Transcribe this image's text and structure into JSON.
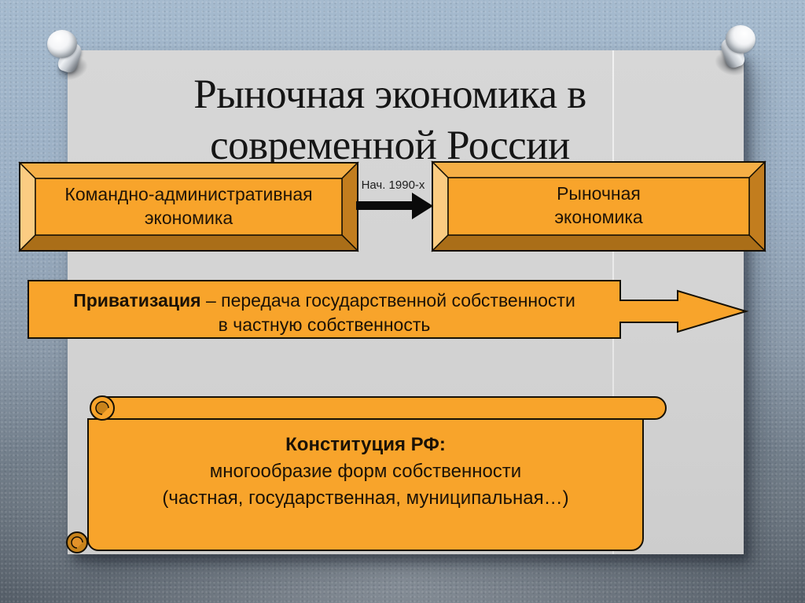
{
  "slide": {
    "title": {
      "line1": "Рыночная экономика в",
      "line2": "современной России"
    }
  },
  "flow": {
    "left_box": {
      "line1": "Командно-административная",
      "line2": "экономика"
    },
    "arrow_label": "Нач. 1990-х",
    "right_box": {
      "line1": "Рыночная",
      "line2": "экономика"
    }
  },
  "banner": {
    "term": "Приватизация",
    "definition_rest": " – передача государственной собственности",
    "line2": "в частную собственность"
  },
  "scroll": {
    "line1": "Конституция РФ:",
    "line2": "многообразие форм собственности",
    "line3": "(частная, государственная, муниципальная…)"
  },
  "colors": {
    "shape_fill": "#F8A42B",
    "bevel_top": "#F5AF46",
    "bevel_left": "#FBCC82",
    "bevel_right": "#C27D1E",
    "bevel_bottom": "#AA6E18",
    "curl_dark": "#C8831B",
    "curl_mid": "#E2922A",
    "outline": "#151005",
    "arrow_black": "#0A0A0A",
    "paper": "#D3D3D3",
    "background_top": "#A5BACE",
    "background_bottom": "#4B545E",
    "text": "#1B1207"
  }
}
